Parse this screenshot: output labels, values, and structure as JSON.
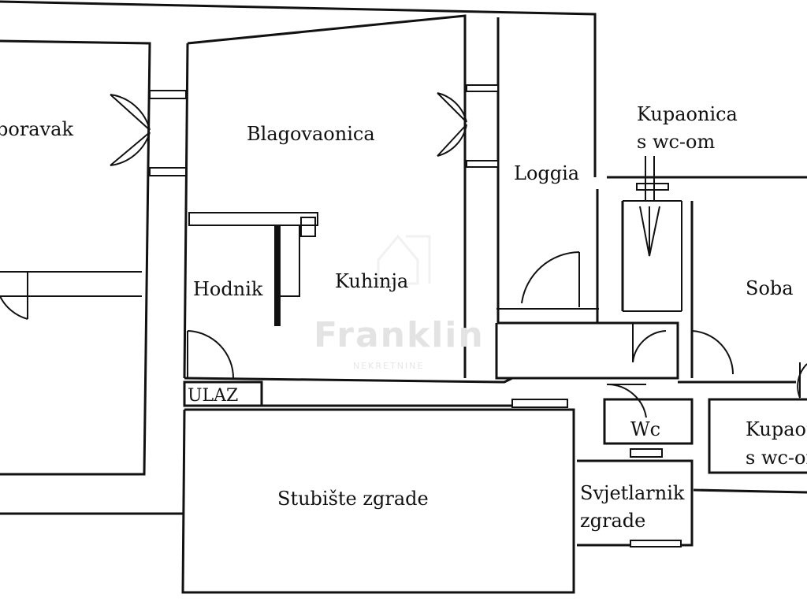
{
  "rooms": {
    "boravak": "boravak",
    "blagovaonica": "Blagovaonica",
    "loggia": "Loggia",
    "kupaonica_top_line1": "Kupaonica",
    "kupaonica_top_line2": "s wc-om",
    "hodnik": "Hodnik",
    "kuhinja": "Kuhinja",
    "soba": "Soba",
    "ulaz": "ULAZ",
    "stubiste": "Stubište zgrade",
    "wc": "Wc",
    "svjetlarnik_line1": "Svjetlarnik",
    "svjetlarnik_line2": "zgrade",
    "kupaonica_right_line1": "Kupaonica",
    "kupaonica_right_line2": "s wc-om"
  },
  "watermark": {
    "brand": "Franklin",
    "tagline": "NEKRETNINE",
    "logo_icon": "franklin-logo-icon"
  },
  "colors": {
    "line": "#111111",
    "background": "#ffffff",
    "watermark": "#e3e3e3"
  }
}
